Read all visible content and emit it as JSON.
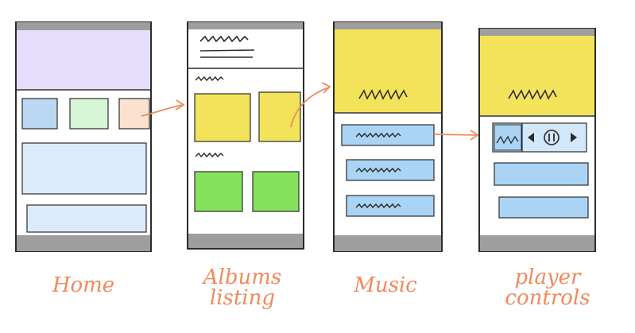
{
  "colors": {
    "ink": "#2b2b2b",
    "frame_gray": "#9e9e9e",
    "lavender": "#e6dcfb",
    "light_blue_tile": "#bcd7f2",
    "mint": "#d6f6d5",
    "peach": "#fbe1d0",
    "pale_blue": "#dcebfb",
    "yellow": "#f3e35a",
    "green": "#86e15c",
    "sky_blue": "#a9d4f5",
    "player_bar": "#d3e7fa",
    "arrow": "#f08a5d"
  },
  "screens": [
    {
      "caption": "Home"
    },
    {
      "caption": "Albums\nlisting"
    },
    {
      "caption": "Music"
    },
    {
      "caption": "player\ncontrols"
    }
  ]
}
